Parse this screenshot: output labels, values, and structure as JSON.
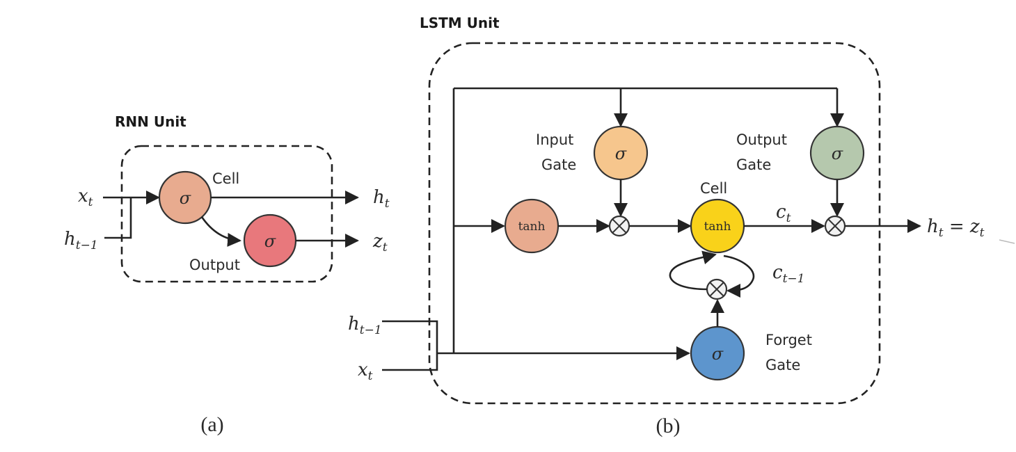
{
  "rnn": {
    "title": "RNN Unit",
    "cell_label": "Cell",
    "output_label": "Output",
    "cell_symbol": "σ",
    "output_symbol": "σ",
    "input_x": {
      "base": "x",
      "sub": "t"
    },
    "input_h": {
      "base": "h",
      "sub": "t−1"
    },
    "out_h": {
      "base": "h",
      "sub": "t"
    },
    "out_z": {
      "base": "z",
      "sub": "t"
    },
    "caption": "(a)",
    "colors": {
      "cell": "#e8ab8f",
      "output": "#e8787c"
    }
  },
  "lstm": {
    "title": "LSTM Unit",
    "input_gate_line1": "Input",
    "input_gate_line2": "Gate",
    "output_gate_line1": "Output",
    "output_gate_line2": "Gate",
    "forget_gate_line1": "Forget",
    "forget_gate_line2": "Gate",
    "cell_label": "Cell",
    "input_gate_symbol": "σ",
    "output_gate_symbol": "σ",
    "forget_gate_symbol": "σ",
    "candidate_symbol": "tanh",
    "cell_symbol": "tanh",
    "multiply_symbol": "⊗",
    "c_t": {
      "base": "c",
      "sub": "t"
    },
    "c_prev": {
      "base": "c",
      "sub": "t−1"
    },
    "input_h": {
      "base": "h",
      "sub": "t−1"
    },
    "input_x": {
      "base": "x",
      "sub": "t"
    },
    "output": {
      "h": "h",
      "h_sub": "t",
      "eq": " = ",
      "z": "z",
      "z_sub": "t"
    },
    "caption": "(b)",
    "colors": {
      "input_gate": "#f6c68d",
      "output_gate": "#b5c8ad",
      "forget_gate": "#5d95cd",
      "candidate": "#e8ab8f",
      "cell": "#f9d21a"
    }
  }
}
